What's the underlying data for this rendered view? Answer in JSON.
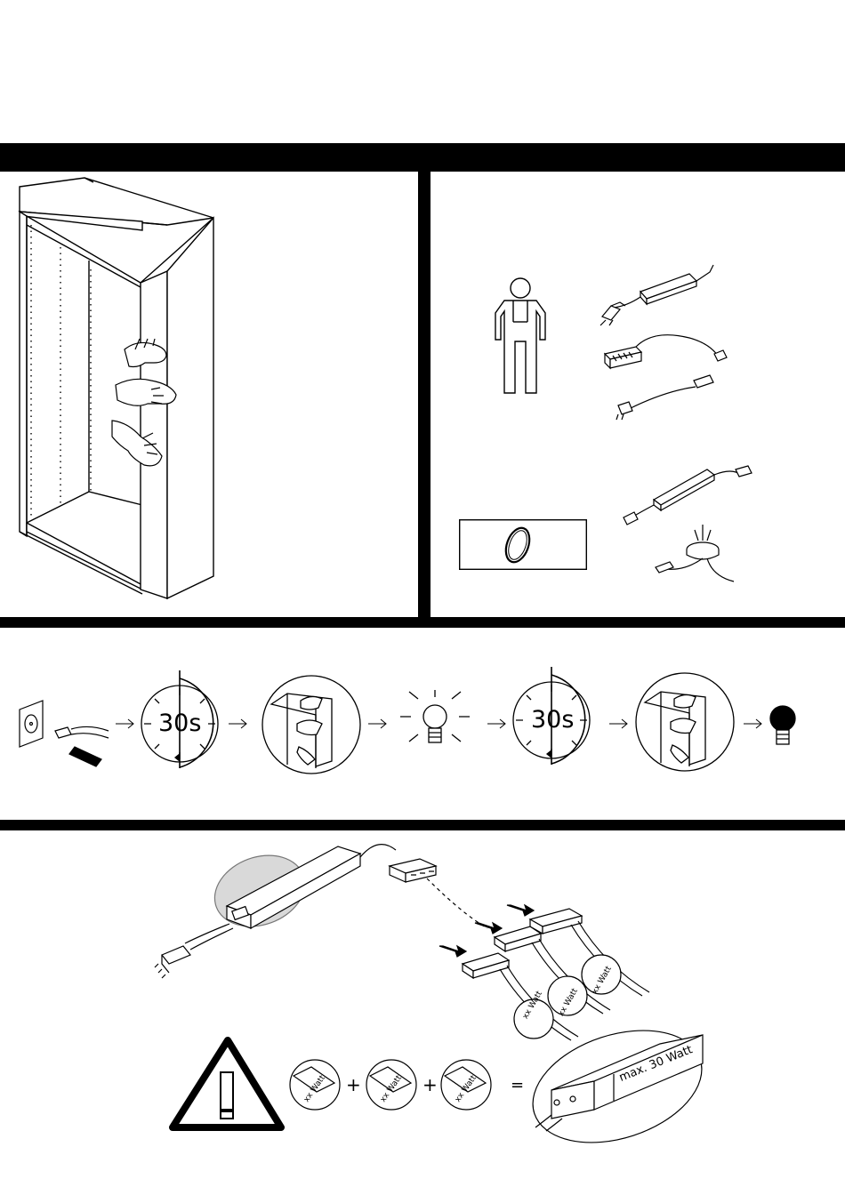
{
  "timer": {
    "step1": "30s",
    "step2": "30s"
  },
  "cables": {
    "tag1": "xx Watt",
    "tag2": "xx Watt",
    "tag3": "xx Watt"
  },
  "sum": {
    "term1": "xx Watt",
    "term2": "xx Watt",
    "term3": "xx Watt",
    "plus1": "+",
    "plus2": "+",
    "equals": "=",
    "max": "max. 30 Watt"
  },
  "colors": {
    "ink": "#000000",
    "paper": "#ffffff",
    "shade": "#d9d9d9"
  }
}
